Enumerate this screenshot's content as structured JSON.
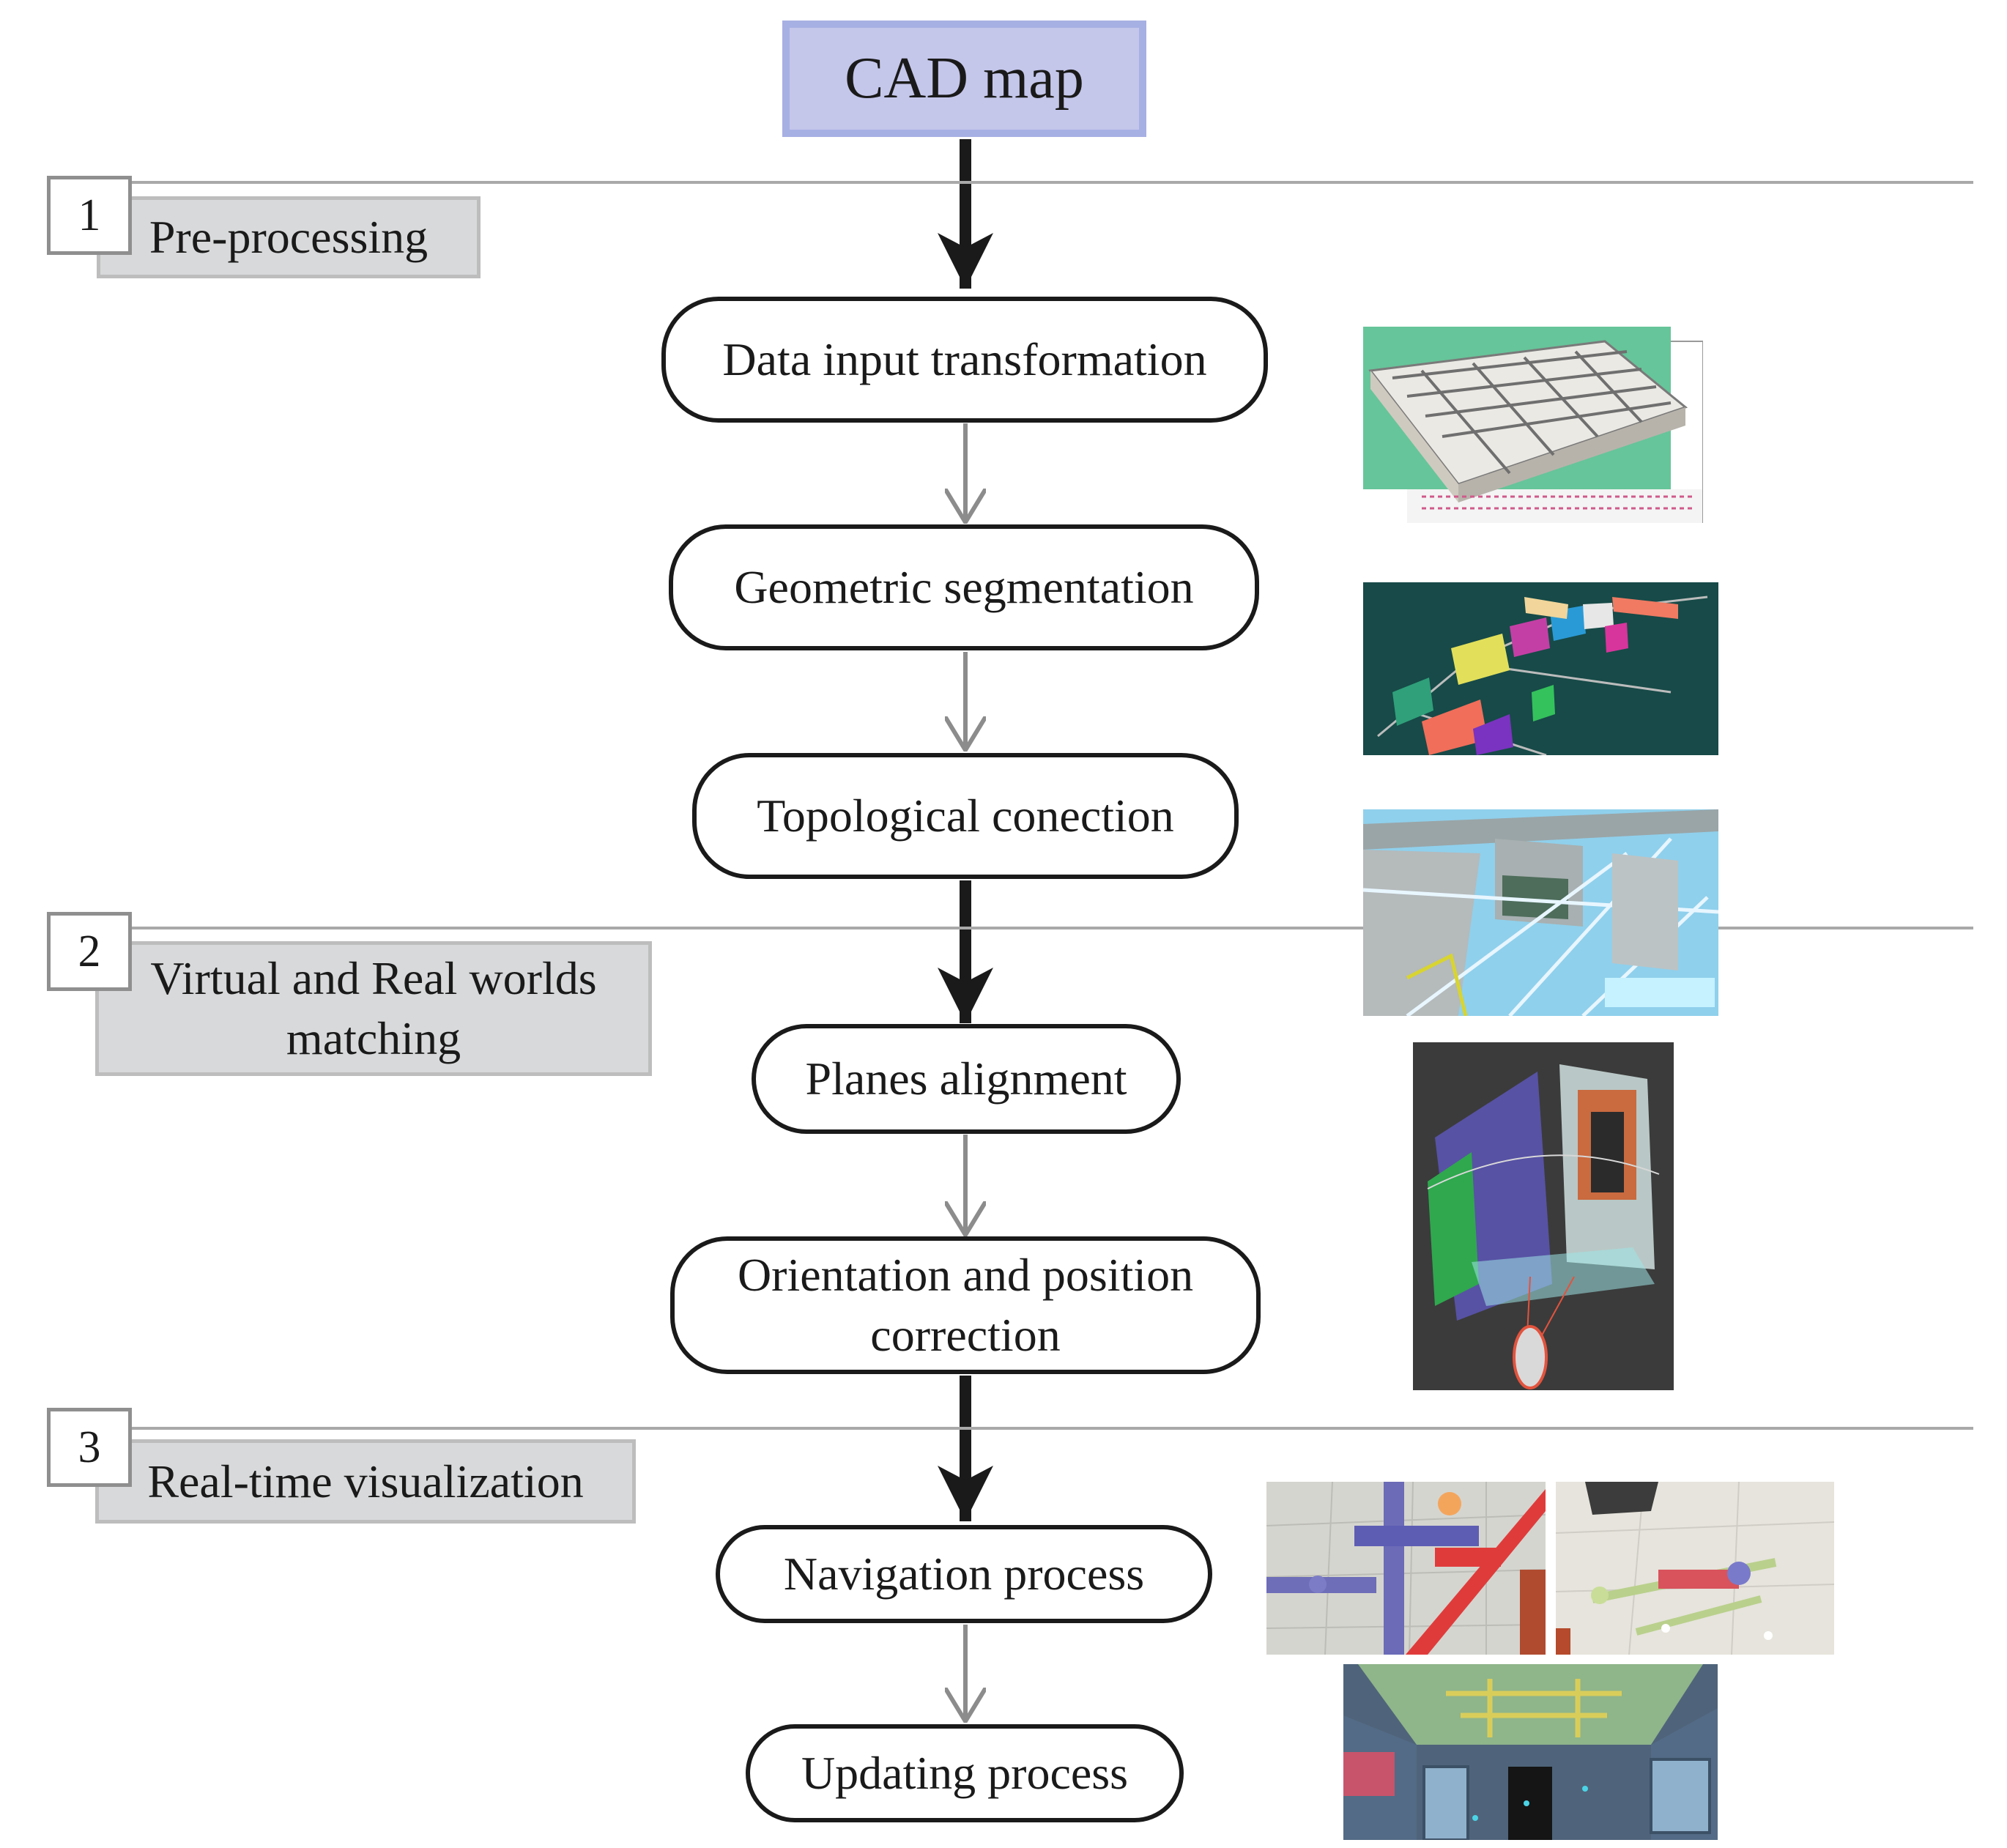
{
  "source": {
    "label": "CAD map"
  },
  "phases": [
    {
      "number": "1",
      "label": "Pre-processing"
    },
    {
      "number": "2",
      "label": "Virtual and Real worlds matching"
    },
    {
      "number": "3",
      "label": "Real-time visualization"
    }
  ],
  "steps": [
    {
      "label": "Data input transformation"
    },
    {
      "label": "Geometric segmentation"
    },
    {
      "label": "Topological conection"
    },
    {
      "label": "Planes alignment"
    },
    {
      "label": "Orientation and position correction"
    },
    {
      "label": "Navigation process"
    },
    {
      "label": "Updating process"
    }
  ],
  "colors": {
    "cad_fill": "#c4c6ea",
    "cad_border": "#a7b0e3",
    "phase_fill": "#d8d9da",
    "strong_arrow": "#1a1a1a",
    "light_arrow": "#8c8c8c",
    "separator": "#a9a9a9"
  }
}
